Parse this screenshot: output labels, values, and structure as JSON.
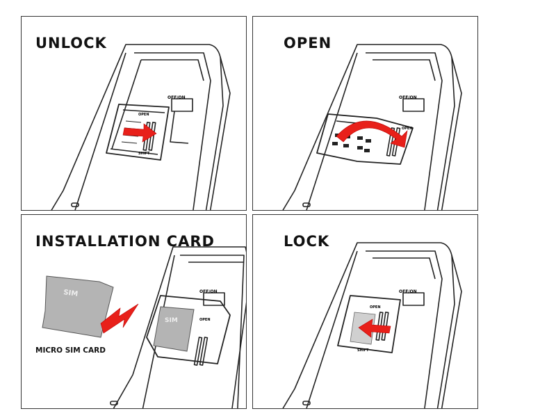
{
  "panels": [
    {
      "title": "UNLOCK",
      "switch_label": "OFF/ON",
      "slot_label_a": "OPEN",
      "slot_label_b": "SHIFT"
    },
    {
      "title": "OPEN",
      "switch_label": "OFF/ON",
      "slot_label_a": "OPEN"
    },
    {
      "title": "INSTALLATION CARD",
      "switch_label": "OFF/ON",
      "card_label": "SIM",
      "tray_card_label": "SIM",
      "caption": "MICRO SIM CARD",
      "slot_label_a": "OPEN"
    },
    {
      "title": "LOCK",
      "switch_label": "OFF/ON",
      "slot_label_a": "OPEN",
      "slot_label_b": "SHIFT"
    }
  ],
  "colors": {
    "arrow": "#e8201a",
    "line": "#222222",
    "card": "#b4b4b4"
  }
}
